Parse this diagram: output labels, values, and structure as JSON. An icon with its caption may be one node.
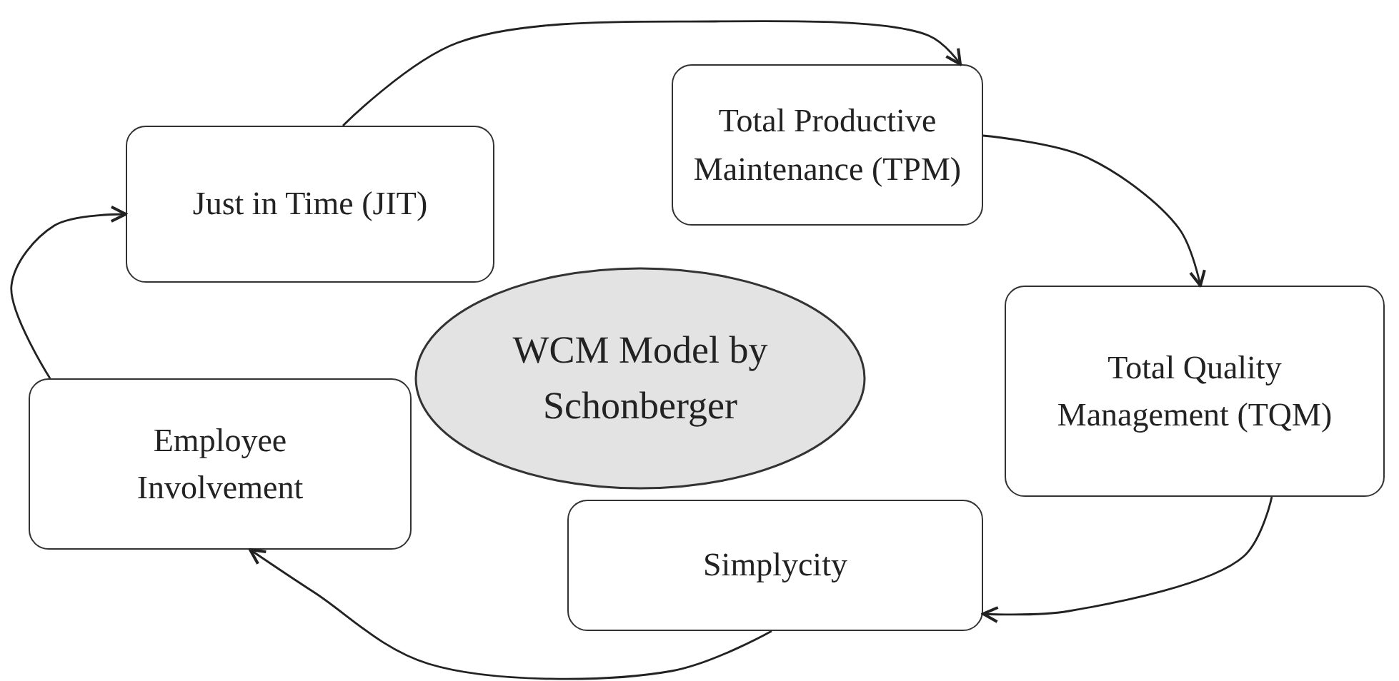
{
  "diagram": {
    "nodes": [
      {
        "text": [
          "Just in Time (JIT)"
        ]
      },
      {
        "text": [
          "Total Productive Maintenance (TPM)"
        ]
      },
      {
        "text": [
          "WCM Model by Schonberger"
        ]
      },
      {
        "text": [
          "Total Quality Management (TQM)"
        ]
      },
      {
        "text": [
          "Employee Involvement"
        ]
      },
      {
        "text": [
          "Simplycity"
        ]
      }
    ],
    "edges": [
      {
        "from": 0,
        "to": 1,
        "arrow": "to"
      },
      {
        "from": 1,
        "to": 3,
        "arrow": "to"
      },
      {
        "from": 3,
        "to": 5,
        "arrow": "to"
      },
      {
        "from": 5,
        "to": 4,
        "arrow": "to"
      },
      {
        "from": 4,
        "to": 0,
        "arrow": "to"
      }
    ]
  }
}
